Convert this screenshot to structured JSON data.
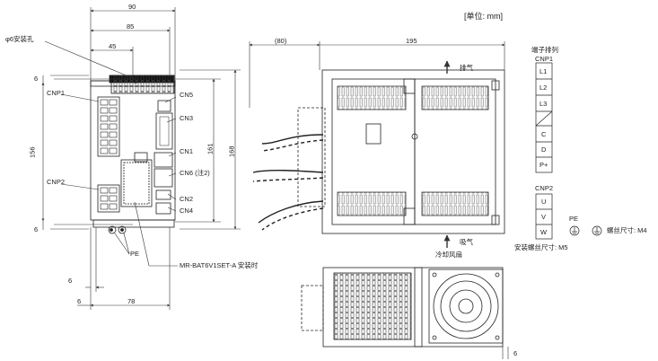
{
  "unit_note": "[单位: mm]",
  "dimensions": {
    "top_width": "90",
    "second_width": "85",
    "mount_offset": "45",
    "mount_hole": "φ6安装孔",
    "left_top": "6",
    "left_height": "156",
    "left_bottom": "6",
    "right_inner": "161",
    "right_outer": "168",
    "side_left": "(80)",
    "side_depth": "195",
    "bottom_left_a": "6",
    "bottom_left_b": "6",
    "bottom_width": "78",
    "bottom_right": "6"
  },
  "front_labels": {
    "cnp1": "CNP1",
    "cnp2": "CNP2",
    "cn5": "CN5",
    "cn3": "CN3",
    "cn1": "CN1",
    "cn6": "CN6 (注2)",
    "cn2": "CN2",
    "cn4": "CN4",
    "pe": "PE",
    "battery": "MR-BAT6V1SET-A 安装时"
  },
  "side_labels": {
    "exhaust": "排气",
    "intake": "吸气",
    "fan": "冷却风扇"
  },
  "terminal_block": {
    "title": "端子排列",
    "cnp1_title": "CNP1",
    "cnp1_terminals": [
      "L1",
      "L2",
      "L3",
      "",
      "C",
      "D",
      "P+"
    ],
    "cnp2_title": "CNP2",
    "cnp2_terminals": [
      "U",
      "V",
      "W"
    ],
    "pe_label": "PE",
    "screw_size": "螺丝尺寸: M4",
    "mount_screw": "安装螺丝尺寸: M5"
  }
}
